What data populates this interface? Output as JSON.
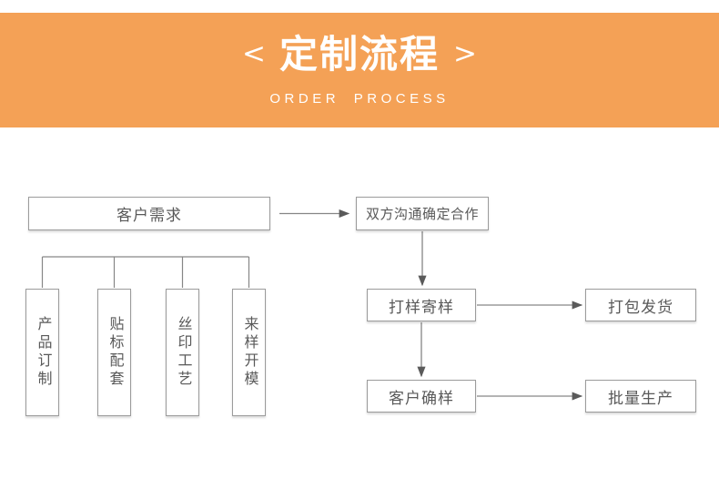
{
  "banner": {
    "chevron_left": "<",
    "title": "定制流程",
    "chevron_right": ">",
    "subtitle": "ORDER PROCESS",
    "background_color": "#F4A156",
    "text_color": "#FFFFFF"
  },
  "flowchart": {
    "line_color": "#868686",
    "arrow_color": "#5a5a5a",
    "box_border_color": "#9B9B9B",
    "box_text_color": "#595959",
    "nodes": {
      "customer_needs": "客户需求",
      "communication": "双方沟通确定合作",
      "product_custom": "产品订制",
      "labeling": "贴标配套",
      "silkscreen": "丝印工艺",
      "sample_mold": "来样开模",
      "sampling": "打样寄样",
      "packing": "打包发货",
      "confirm": "客户确样",
      "production": "批量生产"
    }
  }
}
